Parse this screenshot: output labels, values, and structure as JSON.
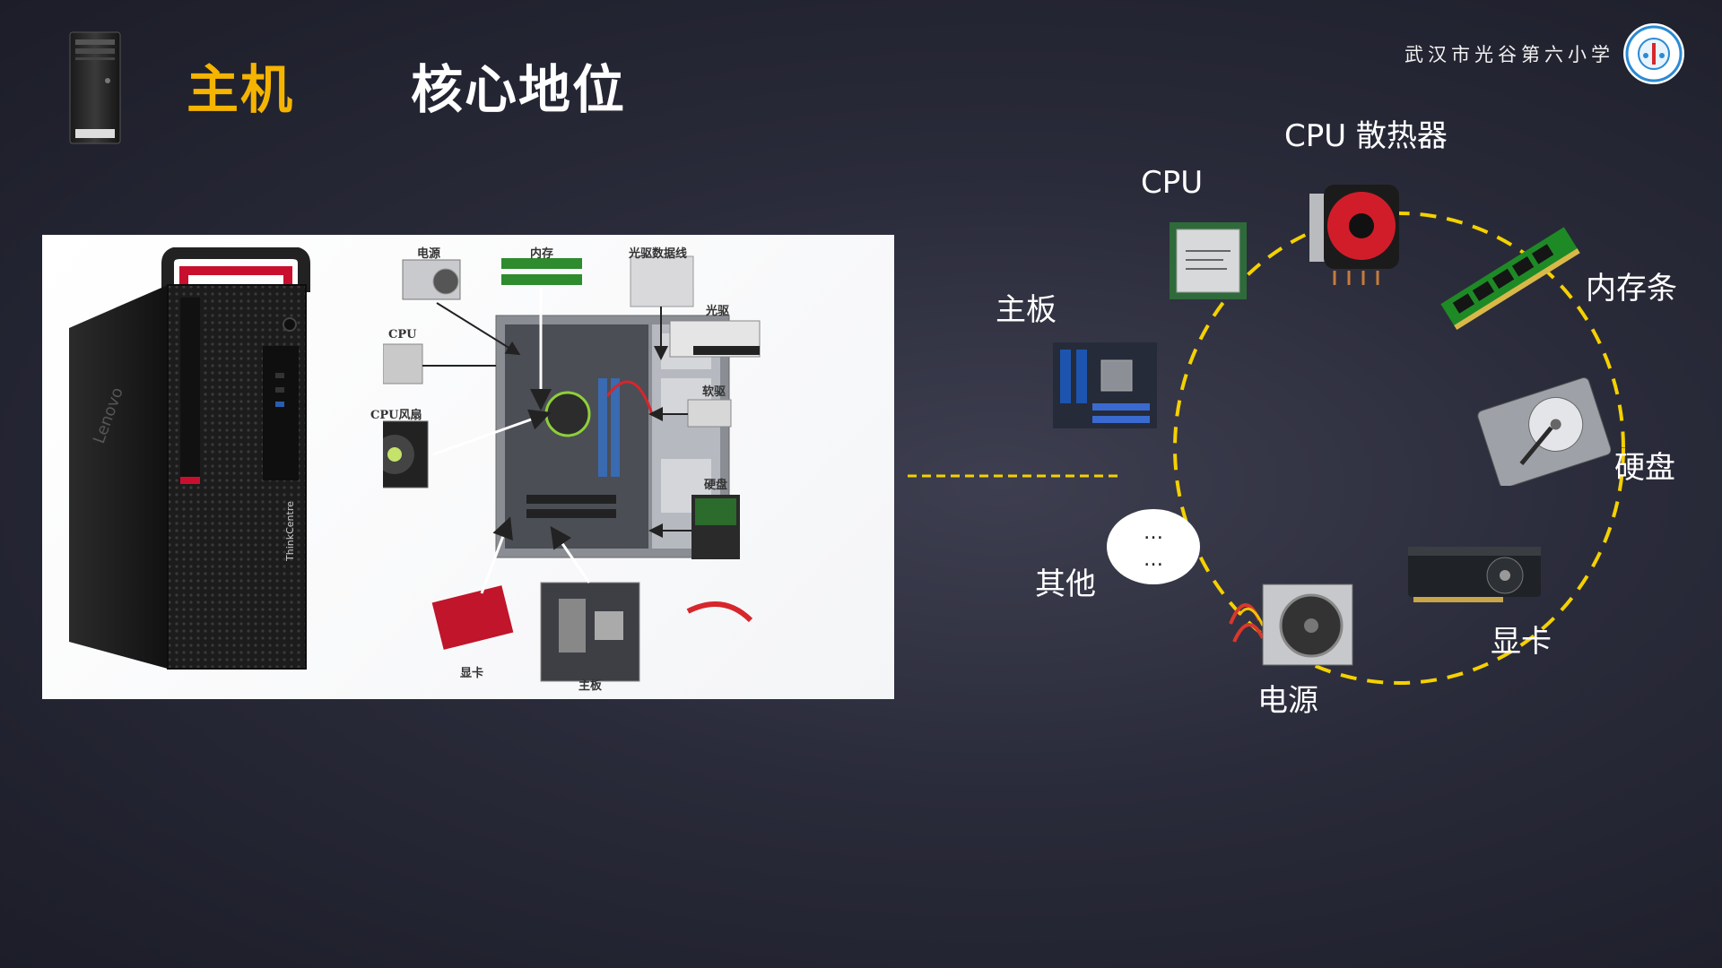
{
  "header": {
    "title_main": "主机",
    "title_sub": "核心地位",
    "school_name": "武汉市光谷第六小学",
    "icons": [
      "computer-tower-icon",
      "school-logo-icon"
    ]
  },
  "photo_panel": {
    "tower_brand": "Lenovo",
    "tower_model": "ThinkCentre",
    "diagram_labels": {
      "power": "电源",
      "memory": "内存",
      "optical_cable": "光驱数据线",
      "optical_drive": "光驱",
      "cpu": "CPU",
      "cpu_fan": "CPU风扇",
      "floppy": "软驱",
      "hdd": "硬盘",
      "gpu": "显卡",
      "motherboard": "主板"
    }
  },
  "components": {
    "cpu": "CPU",
    "cpu_cooler": "CPU 散热器",
    "memory": "内存条",
    "motherboard": "主板",
    "hdd": "硬盘",
    "gpu": "显卡",
    "psu": "电源",
    "other": "其他",
    "other_bubble_line1": "…",
    "other_bubble_line2": "…"
  },
  "colors": {
    "accent": "#f5b400",
    "ring_dash": "#f5d100",
    "background": "#2a2b3a"
  }
}
